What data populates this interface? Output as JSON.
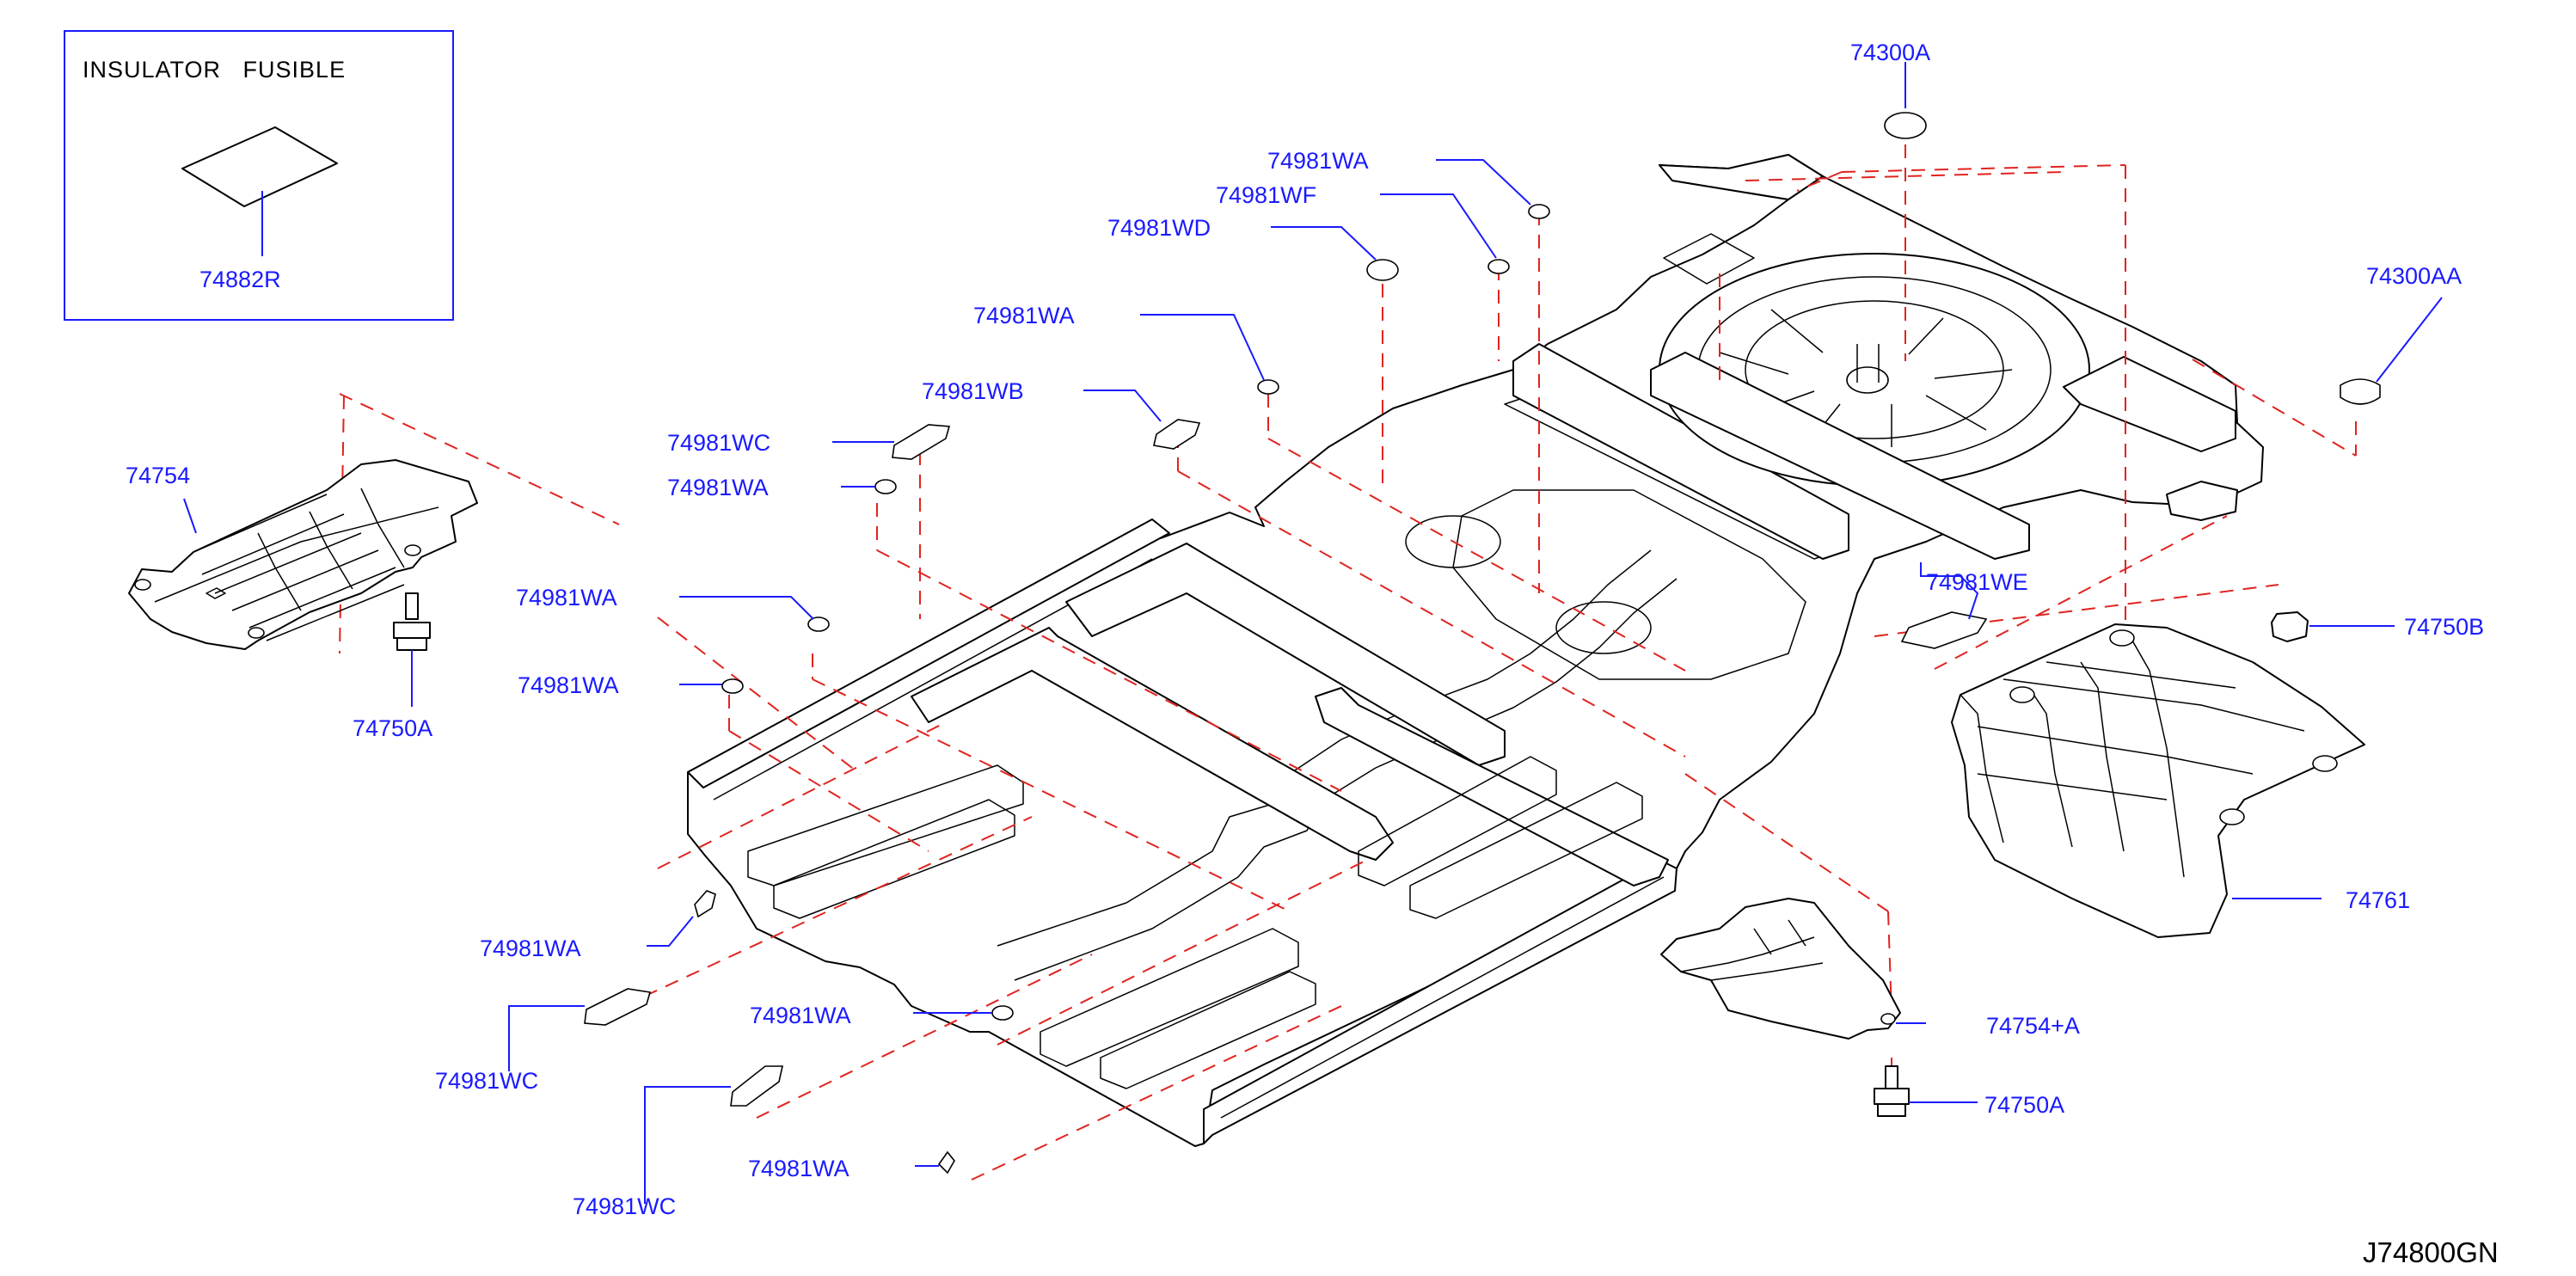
{
  "inset": {
    "title": "INSULATOR   FUSIBLE",
    "part": "74882R"
  },
  "callouts": {
    "c74300A": "74300A",
    "c74981WA_1": "74981WA",
    "c74981WF": "74981WF",
    "c74981WD": "74981WD",
    "c74981WA_2": "74981WA",
    "c74981WB": "74981WB",
    "c74981WC_1": "74981WC",
    "c74981WA_3": "74981WA",
    "c74300AA": "74300AA",
    "c74754": "74754",
    "c74981WA_4": "74981WA",
    "c74981WA_5": "74981WA",
    "c74750A_1": "74750A",
    "c74981WE": "74981WE",
    "c74750B": "74750B",
    "c74761": "74761",
    "c74981WA_6": "74981WA",
    "c74981WC_2": "74981WC",
    "c74981WA_7": "74981WA",
    "c74754A": "74754+A",
    "c74750A_2": "74750A",
    "c74981WC_3": "74981WC",
    "c74981WA_8": "74981WA"
  },
  "diagram_code": "J74800GN",
  "colors": {
    "callout": "#1a1aff",
    "leader": "#1a1aff",
    "dashed_guide": "#e0241f",
    "outline": "#000000"
  }
}
